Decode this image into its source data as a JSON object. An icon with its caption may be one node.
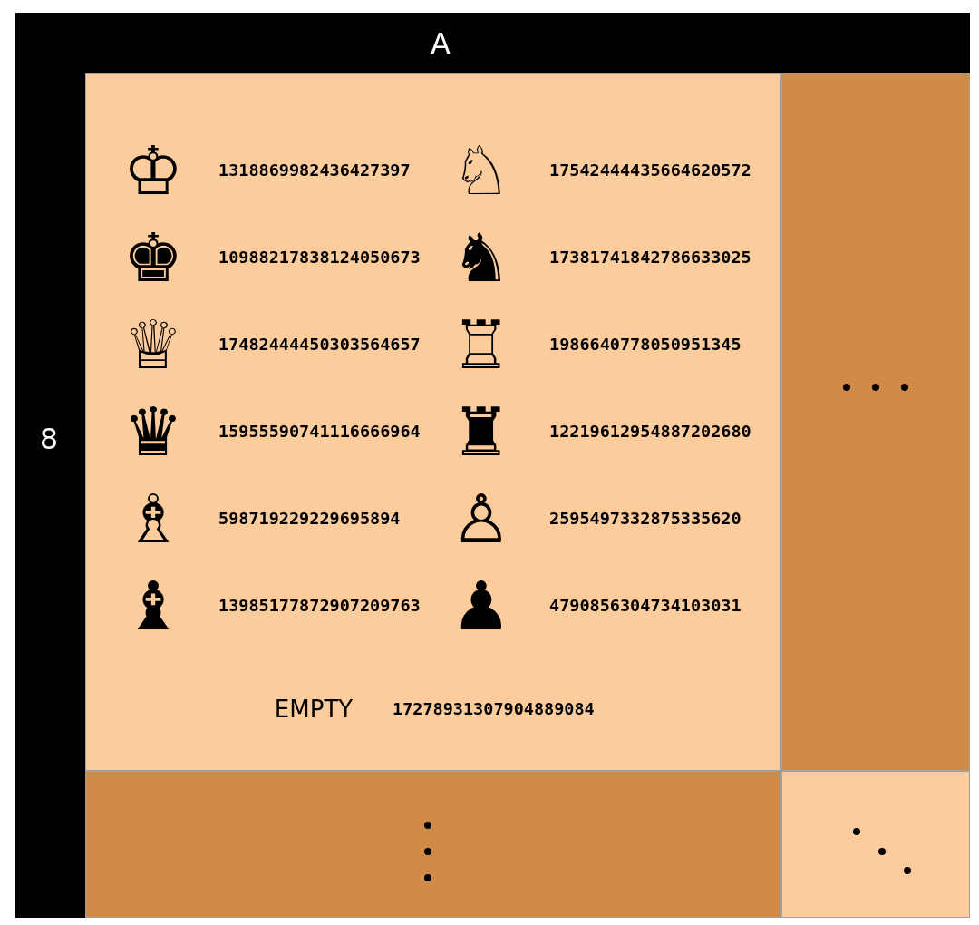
{
  "diagram": {
    "nodes": [
      {
        "text": [
          "A"
        ]
      },
      {
        "text": [
          "8"
        ]
      },
      {
        "text": [
          "♔",
          "1318869982436427397",
          "♘",
          "17542444435664620572",
          "♚",
          "10988217838124050673",
          "♞",
          "17381741842786633025",
          "♕",
          "17482444450303564657",
          "♖",
          "1986640778050951345",
          "♛",
          "15955590741116666964",
          "♜",
          "12219612954887202680",
          "♗",
          "598719229229695894",
          "♙",
          "2595497332875335620",
          "♝",
          "13985177872907209763",
          "♟",
          "4790856304734103031",
          "EMPTY",
          "17278931307904889084"
        ]
      },
      {
        "text": [],
        "shape": "box"
      },
      {
        "text": [],
        "shape": "box"
      },
      {
        "text": [],
        "shape": "box"
      }
    ]
  }
}
